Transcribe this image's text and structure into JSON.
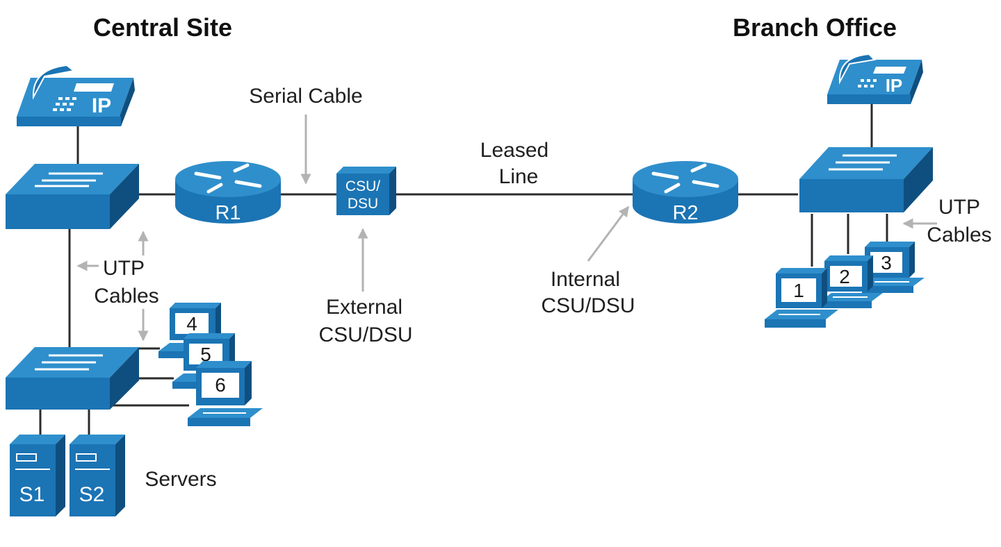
{
  "colors": {
    "device": "#1b74b4",
    "device_top": "#2f8fcc",
    "device_dark": "#0f4f80",
    "wire": "#2b2b2b",
    "callout_arrow": "#b3b3b3",
    "text": "#1f1f1f"
  },
  "titles": {
    "central": "Central Site",
    "branch": "Branch Office"
  },
  "labels": {
    "serial_cable": "Serial Cable",
    "leased_line_1": "Leased",
    "leased_line_2": "Line",
    "utp_left_1": "UTP",
    "utp_left_2": "Cables",
    "utp_right_1": "UTP",
    "utp_right_2": "Cables",
    "external_1": "External",
    "external_2": "CSU/DSU",
    "internal_1": "Internal",
    "internal_2": "CSU/DSU",
    "servers": "Servers"
  },
  "devices": {
    "r1": "R1",
    "r2": "R2",
    "csu_1": "CSU/",
    "csu_2": "DSU",
    "s1": "S1",
    "s2": "S2",
    "phone_left": "IP",
    "phone_right": "IP",
    "pc_1": "1",
    "pc_2": "2",
    "pc_3": "3",
    "pc_4": "4",
    "pc_5": "5",
    "pc_6": "6"
  },
  "icons": [
    "ip-phone-icon",
    "switch-icon",
    "router-icon",
    "csu-dsu-icon",
    "server-icon",
    "pc-icon"
  ]
}
